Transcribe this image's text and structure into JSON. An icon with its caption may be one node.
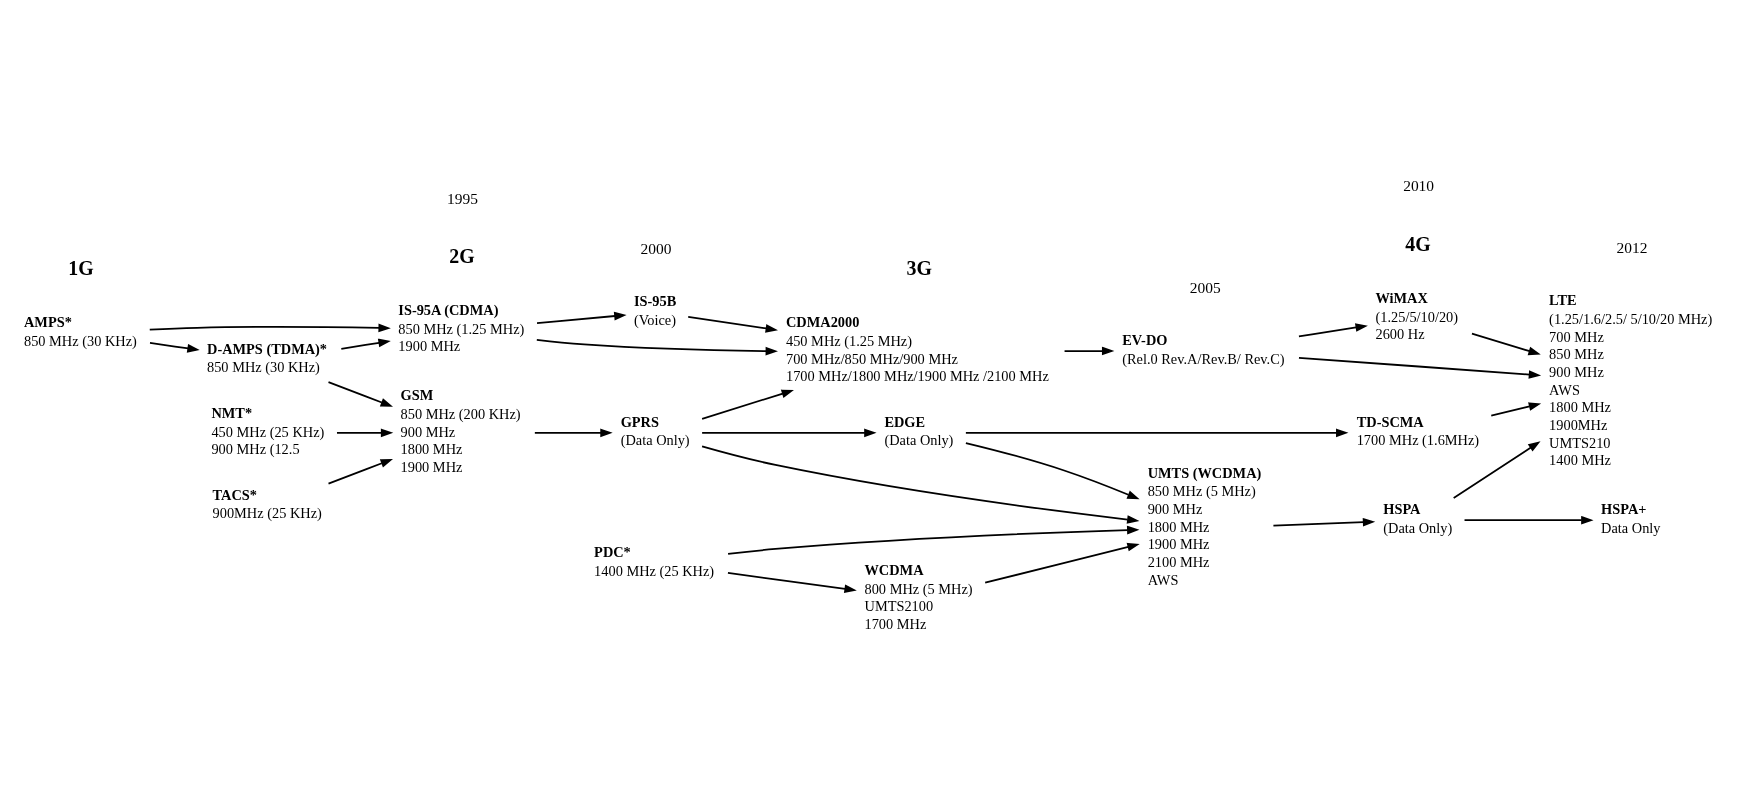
{
  "diagram": {
    "nodes": [
      {
        "text": [
          "AMPS*",
          "850 MHz (30 KHz)"
        ]
      },
      {
        "text": [
          "NMT*",
          "450 MHz (25 KHz)",
          "900 MHz (12.5"
        ]
      },
      {
        "text": [
          "TACS*",
          "900MHz (25 KHz)"
        ]
      },
      {
        "text": [
          "IS-95A (CDMA)",
          "850 MHz (1.25 MHz)",
          "1900 MHz"
        ]
      },
      {
        "text": [
          "D-AMPS (TDMA)*",
          "850 MHz (30 KHz)"
        ]
      },
      {
        "text": [
          "GSM",
          "850 MHz (200 KHz)",
          "900 MHz",
          "1800 MHz",
          "1900 MHz"
        ]
      },
      {
        "text": [
          "PDC*",
          "1400 MHz (25 KHz)"
        ]
      },
      {
        "text": [
          "IS-95B",
          "(Voice)"
        ]
      },
      {
        "text": [
          "GPRS",
          "(Data Only)"
        ]
      },
      {
        "text": [
          "WCDMA",
          "800 MHz (5 MHz)",
          "UMTS2100",
          "1700 MHz"
        ]
      },
      {
        "text": [
          "CDMA2000",
          "450 MHz (1.25 MHz)",
          "700 MHz/850 MHz/900 MHz",
          "1700 MHz/1800 MHz/1900 MHz /2100 MHz"
        ]
      },
      {
        "text": [
          "EDGE",
          "(Data Only)"
        ]
      },
      {
        "text": [
          "UMTS (WCDMA)",
          "850 MHz (5 MHz)",
          "900 MHz",
          "1800 MHz",
          "1900 MHz",
          "2100 MHz",
          "AWS"
        ]
      },
      {
        "text": [
          "EV-DO",
          "(Rel.0 Rev.A/Rev.B/ Rev.C)"
        ]
      },
      {
        "text": [
          "TD-SCMA",
          "1700 MHz (1.6MHz)"
        ]
      },
      {
        "text": [
          "HSPA",
          "(Data Only)"
        ]
      },
      {
        "text": [
          "HSPA+",
          "Data Only"
        ]
      },
      {
        "text": [
          "WiMAX",
          "(1.25/5/10/20)",
          "2600 Hz"
        ]
      },
      {
        "text": [
          "LTE",
          "(1.25/1.6/2.5/ 5/10/20 MHz)",
          "700 MHz",
          "850 MHz",
          "900 MHz",
          "AWS",
          "1800 MHz",
          "1900MHz",
          "UMTS210",
          "1400 MHz"
        ]
      }
    ],
    "edges": [
      {
        "from": 0,
        "to": 3,
        "arrow": "to"
      },
      {
        "from": 0,
        "to": 4,
        "arrow": "to"
      },
      {
        "from": 1,
        "to": 5,
        "arrow": "to"
      },
      {
        "from": 2,
        "to": 5,
        "arrow": "to"
      },
      {
        "from": 4,
        "to": 3,
        "arrow": "to"
      },
      {
        "from": 4,
        "to": 5,
        "arrow": "to"
      },
      {
        "from": 3,
        "to": 7,
        "arrow": "to"
      },
      {
        "from": 3,
        "to": 10,
        "arrow": "to"
      },
      {
        "from": 7,
        "to": 10,
        "arrow": "to"
      },
      {
        "from": 5,
        "to": 8,
        "arrow": "to"
      },
      {
        "from": 8,
        "to": 10,
        "arrow": "to"
      },
      {
        "from": 8,
        "to": 11,
        "arrow": "to"
      },
      {
        "from": 8,
        "to": 12,
        "arrow": "to"
      },
      {
        "from": 6,
        "to": 9,
        "arrow": "to"
      },
      {
        "from": 6,
        "to": 12,
        "arrow": "to"
      },
      {
        "from": 9,
        "to": 12,
        "arrow": "to"
      },
      {
        "from": 10,
        "to": 13,
        "arrow": "to"
      },
      {
        "from": 11,
        "to": 14,
        "arrow": "to"
      },
      {
        "from": 11,
        "to": 12,
        "arrow": "to"
      },
      {
        "from": 13,
        "to": 17,
        "arrow": "to"
      },
      {
        "from": 13,
        "to": 18,
        "arrow": "to"
      },
      {
        "from": 17,
        "to": 18,
        "arrow": "to"
      },
      {
        "from": 14,
        "to": 18,
        "arrow": "to"
      },
      {
        "from": 12,
        "to": 15,
        "arrow": "to"
      },
      {
        "from": 15,
        "to": 18,
        "arrow": "to"
      },
      {
        "from": 15,
        "to": 16,
        "arrow": "to"
      }
    ],
    "labels": [
      "1G",
      "2G",
      "3G",
      "4G",
      "1995",
      "2000",
      "2005",
      "2010",
      "2012"
    ]
  }
}
